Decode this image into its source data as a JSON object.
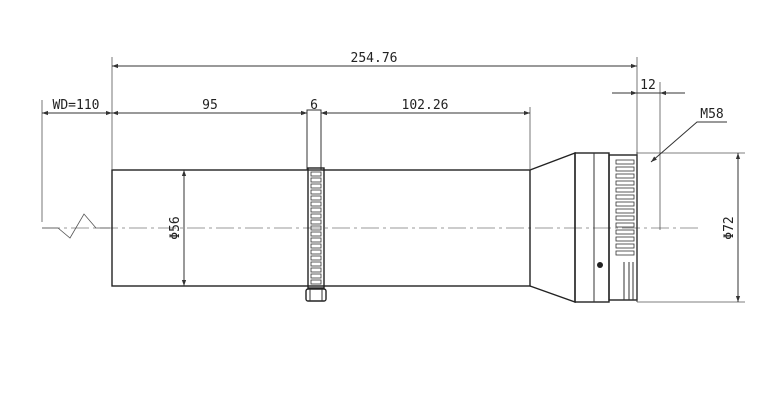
{
  "dimensions": {
    "total_length": "254.76",
    "working_distance": "WD=110",
    "front_section": "95",
    "ring_width": "6",
    "rear_section": "102.26",
    "mount_length": "12",
    "mount_thread": "M58",
    "front_diameter": "Φ56",
    "rear_diameter": "Φ72"
  }
}
